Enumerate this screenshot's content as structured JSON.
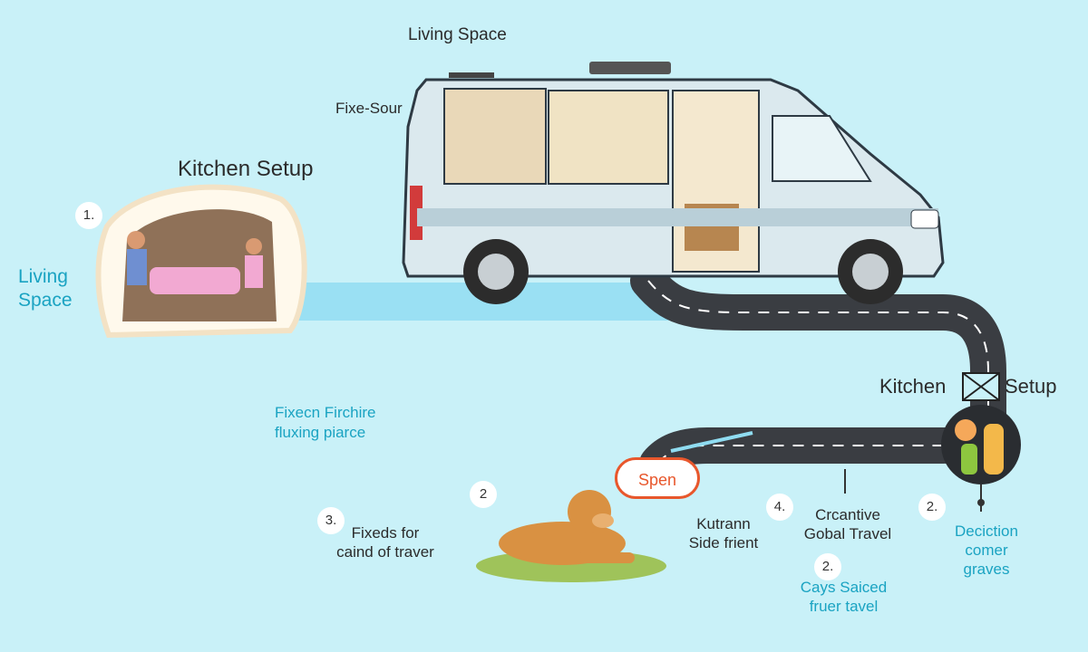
{
  "labels": {
    "top_living_space": "Living Space",
    "fixe_sour": "Fixe-Sour",
    "kitchen_setup_left": "Kitchen Setup",
    "left_living": "Living",
    "left_space": "Space",
    "kitchen_right_a": "Kitchen",
    "kitchen_right_b": "Setup",
    "fixecn_line1": "Fixecn Firchire",
    "fixecn_line2": "fluxing piarce",
    "speech_bubble": "Spen"
  },
  "steps": [
    {
      "num": "1.",
      "lines": []
    },
    {
      "num": "3.",
      "lines": [
        "Fixeds for",
        "caind of traver"
      ]
    },
    {
      "num": "2",
      "lines": []
    },
    {
      "num": "4.",
      "lines": [
        "Crcantive",
        "Gobal Travel"
      ]
    },
    {
      "num": "2.",
      "lines": [
        "Deciction",
        "comer graves"
      ]
    },
    {
      "num": "2.",
      "lines": [
        "Cays Saiced",
        "fruer tavel"
      ]
    }
  ],
  "middle_caption": [
    "Kutrann",
    "Side frient"
  ],
  "colors": {
    "background": "#c9f1f8",
    "road": "#3a3d42",
    "van_body": "#dbe9ee",
    "accent_orange": "#e8572c",
    "teal_text": "#1aa3c2"
  }
}
